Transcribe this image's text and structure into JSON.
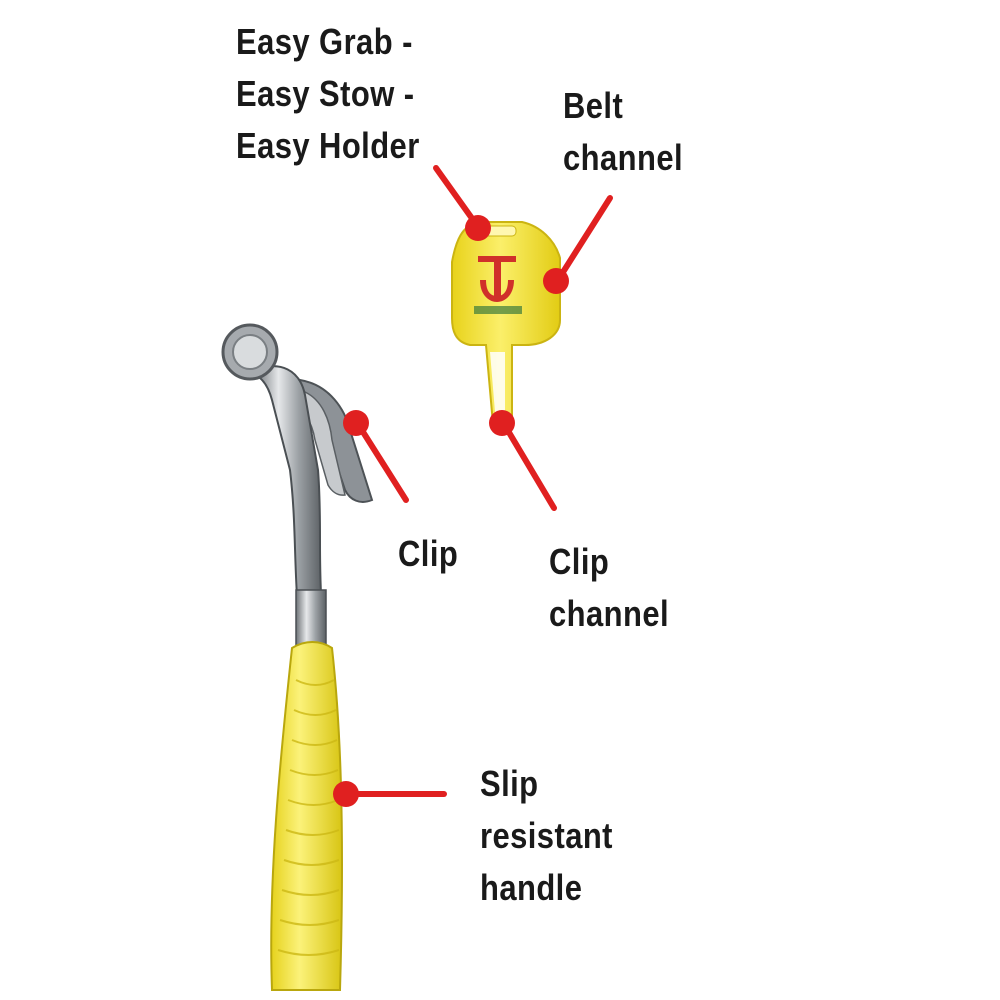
{
  "callouts": {
    "easy": [
      "Easy Grab -",
      "Easy Stow -",
      "Easy Holder"
    ],
    "belt": [
      "Belt",
      "channel"
    ],
    "clip": [
      "Clip"
    ],
    "clip_channel": [
      "Clip",
      "channel"
    ],
    "handle": [
      "Slip",
      "resistant",
      "handle"
    ]
  },
  "colors": {
    "marker": "#e02020",
    "holder_yellow": "#f2e02a",
    "handle_yellow": "#f4e62e",
    "steel": "#b9bcc0",
    "logo_red": "#d0302a"
  }
}
